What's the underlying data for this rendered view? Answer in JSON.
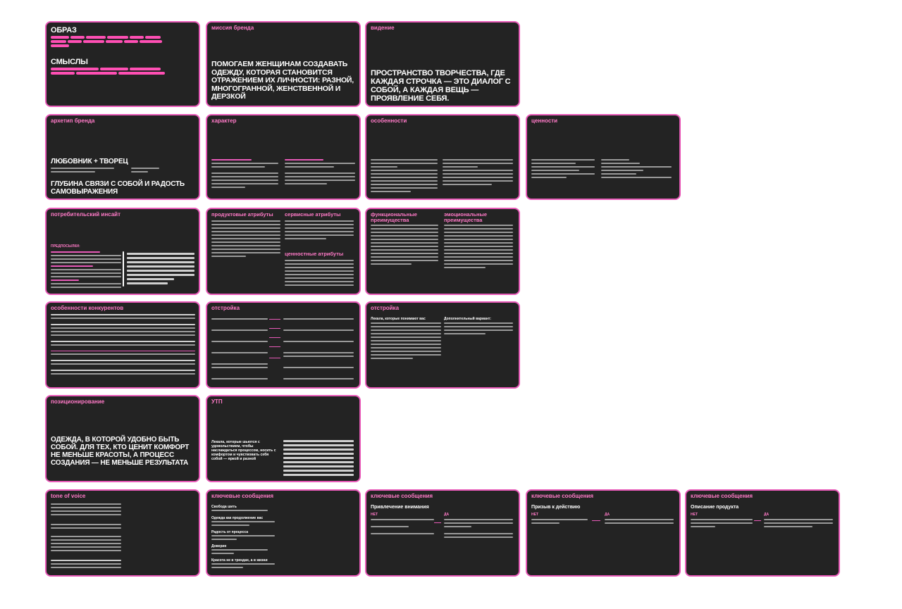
{
  "colors": {
    "background": "#ffffff",
    "card": "#232323",
    "border": "#e85ab8",
    "accent": "#ff7ac7"
  },
  "cards": {
    "image": {
      "title1": "ОБРАЗ",
      "title2": "СМЫСЛЫ"
    },
    "mission": {
      "title": "миссия бренда",
      "statement": "ПОМОГАЕМ ЖЕНЩИНАМ СОЗДАВАТЬ ОДЕЖДУ, КОТОРАЯ СТАНОВИТСЯ ОТРАЖЕНИЕМ ИХ ЛИЧНОСТИ: РАЗНОЙ, МНОГОГРАННОЙ, ЖЕНСТВЕННОЙ И ДЕРЗКОЙ"
    },
    "vision": {
      "title": "видение",
      "statement": "ПРОСТРАНСТВО ТВОРЧЕСТВА, ГДЕ КАЖДАЯ СТРОЧКА — ЭТО ДИАЛОГ С СОБОЙ, А КАЖДАЯ ВЕЩЬ — ПРОЯВЛЕНИЕ СЕБЯ."
    },
    "archetype": {
      "title": "архетип бренда",
      "heading": "ЛЮБОВНИК + ТВОРЕЦ",
      "statement": "ГЛУБИНА СВЯЗИ С СОБОЙ И РАДОСТЬ САМОВЫРАЖЕНИЯ"
    },
    "character": {
      "title": "характер"
    },
    "features": {
      "title": "особенности"
    },
    "values": {
      "title": "ценности"
    },
    "insight": {
      "title": "потребительский инсайт",
      "prereq": "ПРЕДПОСЫЛКИ:"
    },
    "attributes": {
      "product": "продуктовые атрибуты",
      "service": "сервисные атрибуты",
      "value": "ценностные атрибуты"
    },
    "advantages": {
      "functional": "функциональные преимущества",
      "emotional": "эмоциональные преимущества"
    },
    "competitors": {
      "title": "особенности конкурентов"
    },
    "detachment1": {
      "title": "отстройка"
    },
    "detachment2": {
      "title": "отстройка",
      "left": "Лекала, которые понимают вас",
      "right": "Дополнительный вариант:"
    },
    "positioning": {
      "title": "позиционирование",
      "statement": "ОДЕЖДА, В КОТОРОЙ УДОБНО БЫТЬ СОБОЙ. ДЛЯ ТЕХ, КТО ЦЕНИТ КОМФОРТ НЕ МЕНЬШЕ КРАСОТЫ, А ПРОЦЕСС СОЗДАНИЯ — НЕ МЕНЬШЕ РЕЗУЛЬТАТА"
    },
    "utp": {
      "title": "УТП",
      "left": "Лекала, которые шьются с удовольствием, чтобы наслаждаться процессом, носить с комфортом и чувствовать себя собой — яркой и разной"
    },
    "tone": {
      "title": "tone of voice"
    },
    "messages1": {
      "title": "ключевые сообщения",
      "h1": "Свобода шить",
      "h2": "Одежда как продолжение вас",
      "h3": "Радость от процесса",
      "h4": "Доверие",
      "h5": "Красота не в трендах, а в жизни"
    },
    "messages2": {
      "title": "ключевые сообщения",
      "heading": "Привлечение внимания",
      "no": "НЕТ",
      "yes": "ДА"
    },
    "messages3": {
      "title": "ключевые сообщения",
      "heading": "Призыв к действию",
      "no": "НЕТ",
      "yes": "ДА"
    },
    "messages4": {
      "title": "ключевые сообщения",
      "heading": "Описание продукта",
      "no": "НЕТ",
      "yes": "ДА"
    }
  }
}
